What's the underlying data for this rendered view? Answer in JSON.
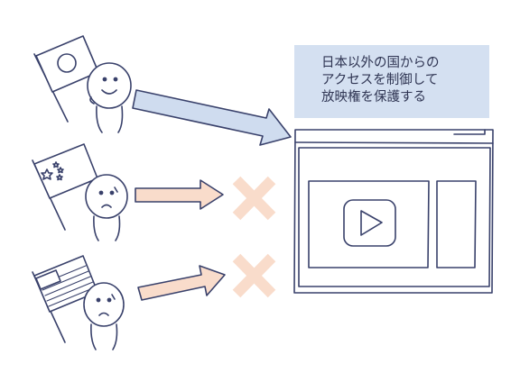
{
  "caption": {
    "lines": [
      "日本以外の国からの",
      "アクセスを制御して",
      "放映権を保護する"
    ]
  },
  "colors": {
    "stroke": "#39416b",
    "caption_bg": "#d4e0f1",
    "arrow_allowed": "#cfdcef",
    "arrow_blocked": "#f9dccb",
    "cross": "#f9dccb"
  },
  "viewers": [
    {
      "flag": "japan",
      "expression": "smile",
      "access": "allowed"
    },
    {
      "flag": "china",
      "expression": "sad",
      "access": "blocked"
    },
    {
      "flag": "usa",
      "expression": "sad",
      "access": "blocked"
    }
  ],
  "icons": {
    "play": "play-icon",
    "block": "cross-icon"
  }
}
